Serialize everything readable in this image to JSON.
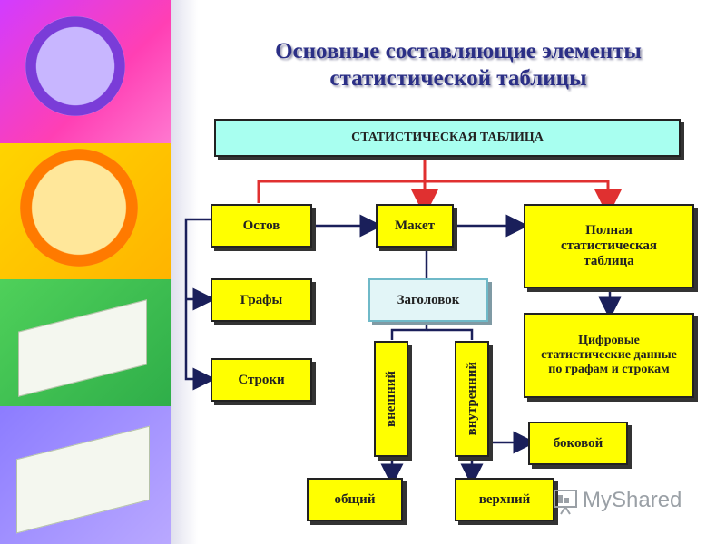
{
  "title": "Основные составляющие элементы статистической таблицы",
  "nodes": {
    "root": "СТАТИСТИЧЕСКАЯ ТАБЛИЦА",
    "ostov": "Остов",
    "maket": "Макет",
    "full_table": "Полная статистическая таблица",
    "grafy": "Графы",
    "zagolovok": "Заголовок",
    "digital_data": "Цифровые статистические данные по графам и строкам",
    "stroki": "Строки",
    "vneshniy": "внешний",
    "vnutrenniy": "внутренний",
    "bokovoy": "боковой",
    "obshchiy": "общий",
    "verkhniy": "верхний"
  },
  "watermark": "MyShared",
  "colors": {
    "title": "#2b2f86",
    "yellow_box": "#ffff00",
    "root_box": "#a8fff0",
    "red_connector": "#e03030",
    "navy_connector": "#1a1f5a"
  }
}
